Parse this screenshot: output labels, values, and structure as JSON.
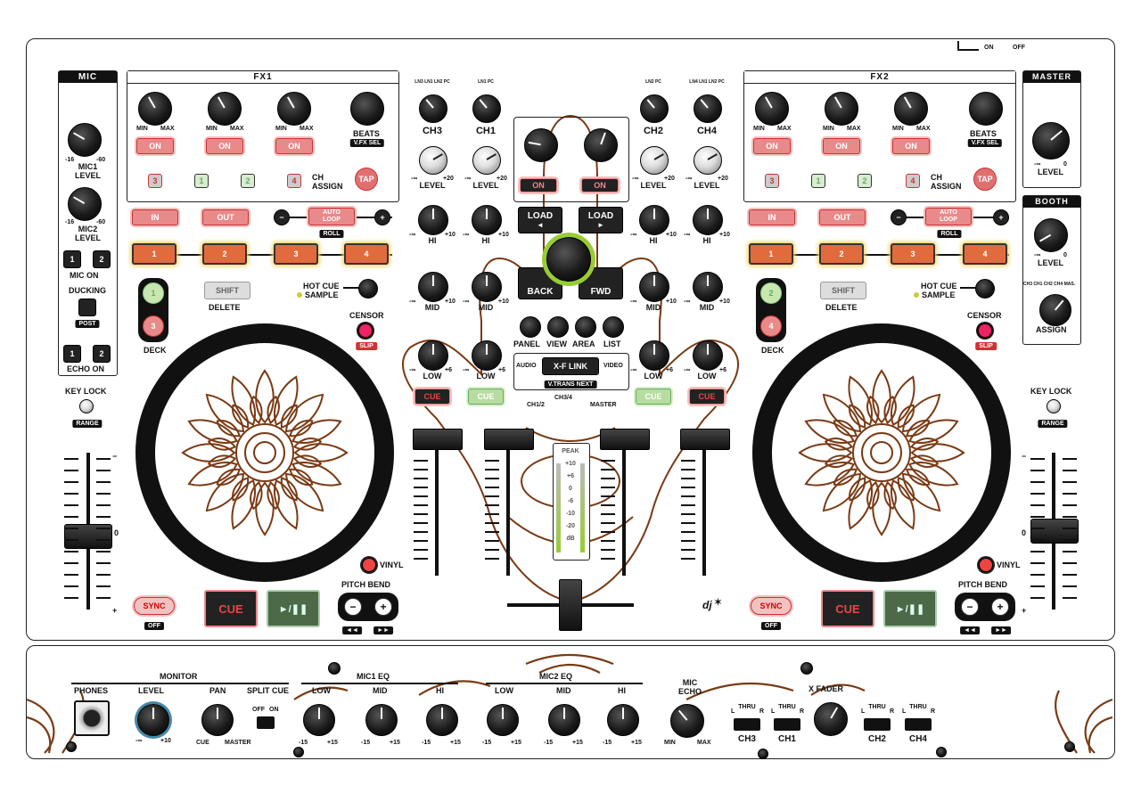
{
  "legend": {
    "on": "ON",
    "off": "OFF"
  },
  "mic": {
    "title": "MIC",
    "mic1_level": "MIC1\nLEVEL",
    "mic2_level": "MIC2\nLEVEL",
    "m16": "-16",
    "m60": "-60",
    "mic_on": "MIC ON",
    "ducking": "DUCKING",
    "post": "POST",
    "echo_on": "ECHO ON",
    "btn1": "1",
    "btn2": "2"
  },
  "fx1": {
    "title": "FX1",
    "min": "MIN",
    "max": "MAX",
    "on": "ON",
    "beats": "BEATS",
    "vfx_sel": "V.FX SEL",
    "ch_assign": "CH\nASSIGN",
    "tap": "TAP",
    "ch_buttons": [
      "3",
      "1",
      "2",
      "4"
    ]
  },
  "fx2": {
    "title": "FX2",
    "min": "MIN",
    "max": "MAX",
    "on": "ON",
    "beats": "BEATS",
    "vfx_sel": "V.FX SEL",
    "ch_assign": "CH\nASSIGN",
    "tap": "TAP",
    "ch_buttons": [
      "3",
      "1",
      "2",
      "4"
    ]
  },
  "loop_left": {
    "in": "IN",
    "out": "OUT",
    "auto_loop": "AUTO\nLOOP",
    "roll": "ROLL",
    "minus": "−",
    "plus": "+",
    "hotcues": [
      "1",
      "2",
      "3",
      "4"
    ]
  },
  "loop_right": {
    "in": "IN",
    "out": "OUT",
    "auto_loop": "AUTO\nLOOP",
    "roll": "ROLL",
    "minus": "−",
    "plus": "+",
    "hotcues": [
      "1",
      "2",
      "3",
      "4"
    ]
  },
  "deck_left": {
    "deck_top": "1",
    "deck_bottom": "3",
    "deck": "DECK",
    "shift": "SHIFT",
    "delete": "DELETE",
    "hot_cue": "HOT CUE",
    "sample": "SAMPLE",
    "censor": "CENSOR",
    "slip": "SLIP",
    "key_lock": "KEY LOCK",
    "range": "RANGE",
    "vinyl": "VINYL",
    "pitch_bend": "PITCH BEND",
    "sync": "SYNC",
    "off": "OFF",
    "cue": "CUE",
    "play": "►/❚❚",
    "pitch_minus": "−",
    "pitch_plus": "+",
    "rew": "◄◄",
    "ffw": "►►",
    "pitch_top": "−",
    "pitch_mid": "0",
    "pitch_bottom": "+"
  },
  "deck_right": {
    "deck_top": "2",
    "deck_bottom": "4",
    "deck": "DECK",
    "shift": "SHIFT",
    "delete": "DELETE",
    "hot_cue": "HOT CUE",
    "sample": "SAMPLE",
    "censor": "CENSOR",
    "slip": "SLIP",
    "key_lock": "KEY LOCK",
    "range": "RANGE",
    "vinyl": "VINYL",
    "pitch_bend": "PITCH BEND",
    "sync": "SYNC",
    "off": "OFF",
    "cue": "CUE",
    "play": "►/❚❚",
    "pitch_minus": "−",
    "pitch_plus": "+",
    "rew": "◄◄",
    "ffw": "►►",
    "pitch_top": "−",
    "pitch_mid": "0",
    "pitch_bottom": "+"
  },
  "mixer": {
    "channels": [
      {
        "name": "CH3",
        "src": "LN3 LN1 LN2 PC",
        "cue": "CUE",
        "cue_color": "red"
      },
      {
        "name": "CH1",
        "src": "LN1 PC",
        "cue": "CUE",
        "cue_color": "green"
      },
      {
        "name": "CH2",
        "src": "LN2 PC",
        "cue": "CUE",
        "cue_color": "green"
      },
      {
        "name": "CH4",
        "src": "LN4 LN1 LN2 PC",
        "cue": "CUE",
        "cue_color": "red"
      }
    ],
    "level": "LEVEL",
    "hi": "HI",
    "mid": "MID",
    "low": "LOW",
    "inf": "-∞",
    "p10": "+10",
    "p20": "+20",
    "p6": "+6",
    "on": "ON",
    "load": "LOAD",
    "back": "BACK",
    "fwd": "FWD",
    "panel": "PANEL",
    "view": "VIEW",
    "area": "AREA",
    "list": "LIST",
    "audio": "AUDIO",
    "xf_link": "X-F LINK",
    "video": "VIDEO",
    "vtrans_next": "V.TRANS NEXT",
    "ch12": "CH1/2",
    "ch34": "CH3/4",
    "master": "MASTER",
    "meter": [
      "PEAK",
      "+10",
      "+6",
      "0",
      "-6",
      "-10",
      "-20",
      "dB"
    ]
  },
  "master": {
    "title": "MASTER",
    "level": "LEVEL",
    "inf": "-∞",
    "zero": "0"
  },
  "booth": {
    "title": "BOOTH",
    "level": "LEVEL",
    "inf": "-∞",
    "zero": "0",
    "assign": "ASSIGN",
    "opts": "CH3 CH1 CH2 CH4 MAS."
  },
  "logo": "dj",
  "front": {
    "monitor": "MONITOR",
    "phones": "PHONES",
    "level": "LEVEL",
    "pan": "PAN",
    "split_cue": "SPLIT CUE",
    "off": "OFF",
    "on": "ON",
    "cue": "CUE",
    "master": "MASTER",
    "inf": "-∞",
    "p10": "+10",
    "mic1_eq": "MIC1 EQ",
    "mic2_eq": "MIC2 EQ",
    "low": "LOW",
    "mid": "MID",
    "hi": "HI",
    "m15": "-15",
    "p15": "+15",
    "mic_echo": "MIC\nECHO",
    "min": "MIN",
    "max": "MAX",
    "x_fader": "X FADER",
    "thru": "THRU",
    "l": "L",
    "r": "R",
    "ch3": "CH3",
    "ch1": "CH1",
    "ch2": "CH2",
    "ch4": "CH4"
  }
}
